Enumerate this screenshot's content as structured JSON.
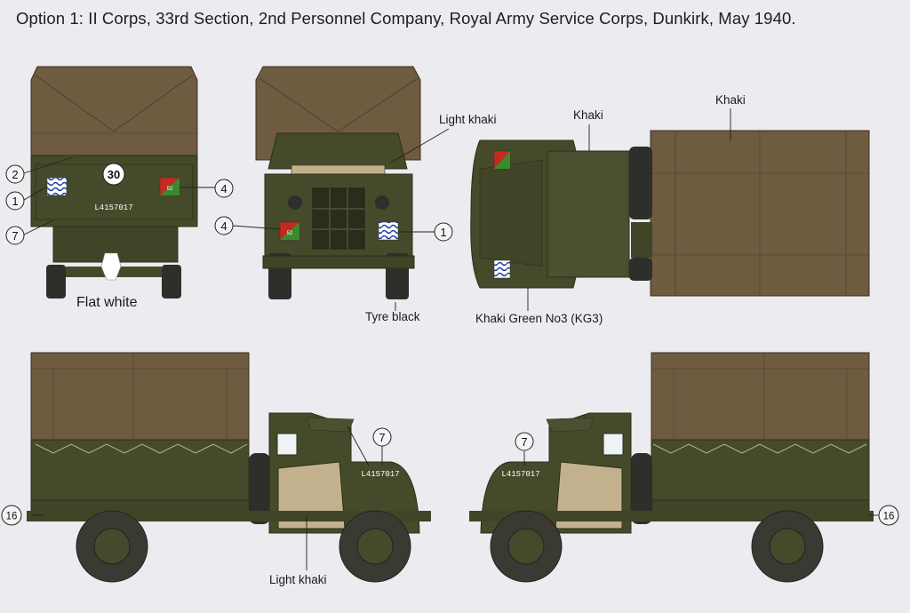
{
  "title": "Option 1: II Corps, 33rd Section, 2nd Personnel Company, Royal Army Service Corps, Dunkirk, May 1940.",
  "colors": {
    "canvas": "#6e5b40",
    "body": "#454b2a",
    "light_khaki": "#c3b18e",
    "tyre": "#2d2f2b",
    "background": "#ecebef"
  },
  "labels": {
    "flat_white": "Flat white",
    "light_khaki_front": "Light  khaki",
    "khaki_cab": "Khaki",
    "khaki_canvas": "Khaki",
    "tyre_black": "Tyre black",
    "khaki_green": "Khaki Green No3 (KG3)",
    "light_khaki_side": "Light  khaki"
  },
  "markings": {
    "bridge_class": "30",
    "registration": "L4157017",
    "unit_serial": "52"
  },
  "callouts": {
    "c2": "2",
    "c1": "1",
    "c7": "7",
    "c4": "4",
    "c16": "16"
  }
}
